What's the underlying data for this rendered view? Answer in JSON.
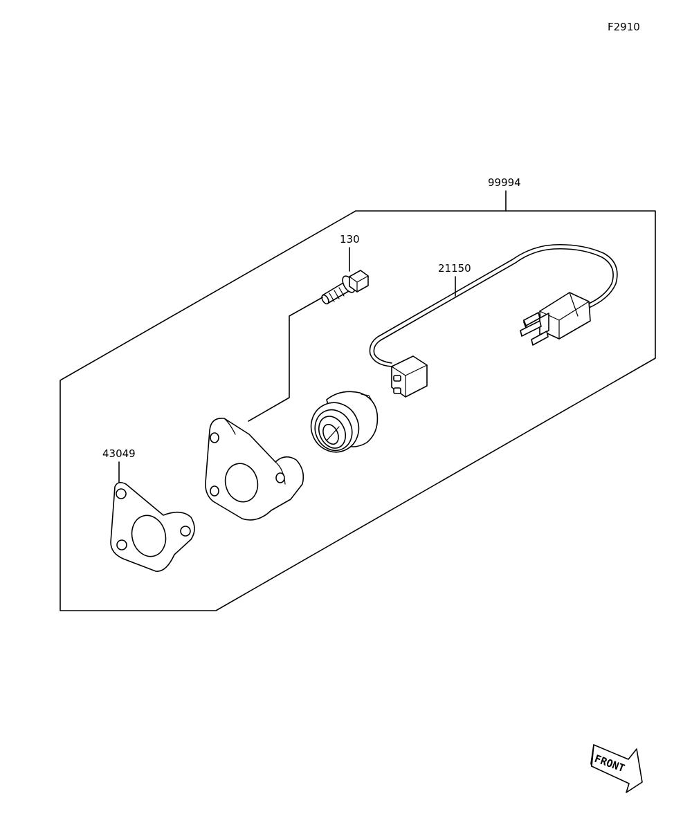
{
  "diagram": {
    "figure_code": "F2910",
    "parts": [
      {
        "id": "99994"
      },
      {
        "id": "130"
      },
      {
        "id": "21150"
      },
      {
        "id": "43049"
      }
    ],
    "direction_badge": "FRONT"
  }
}
